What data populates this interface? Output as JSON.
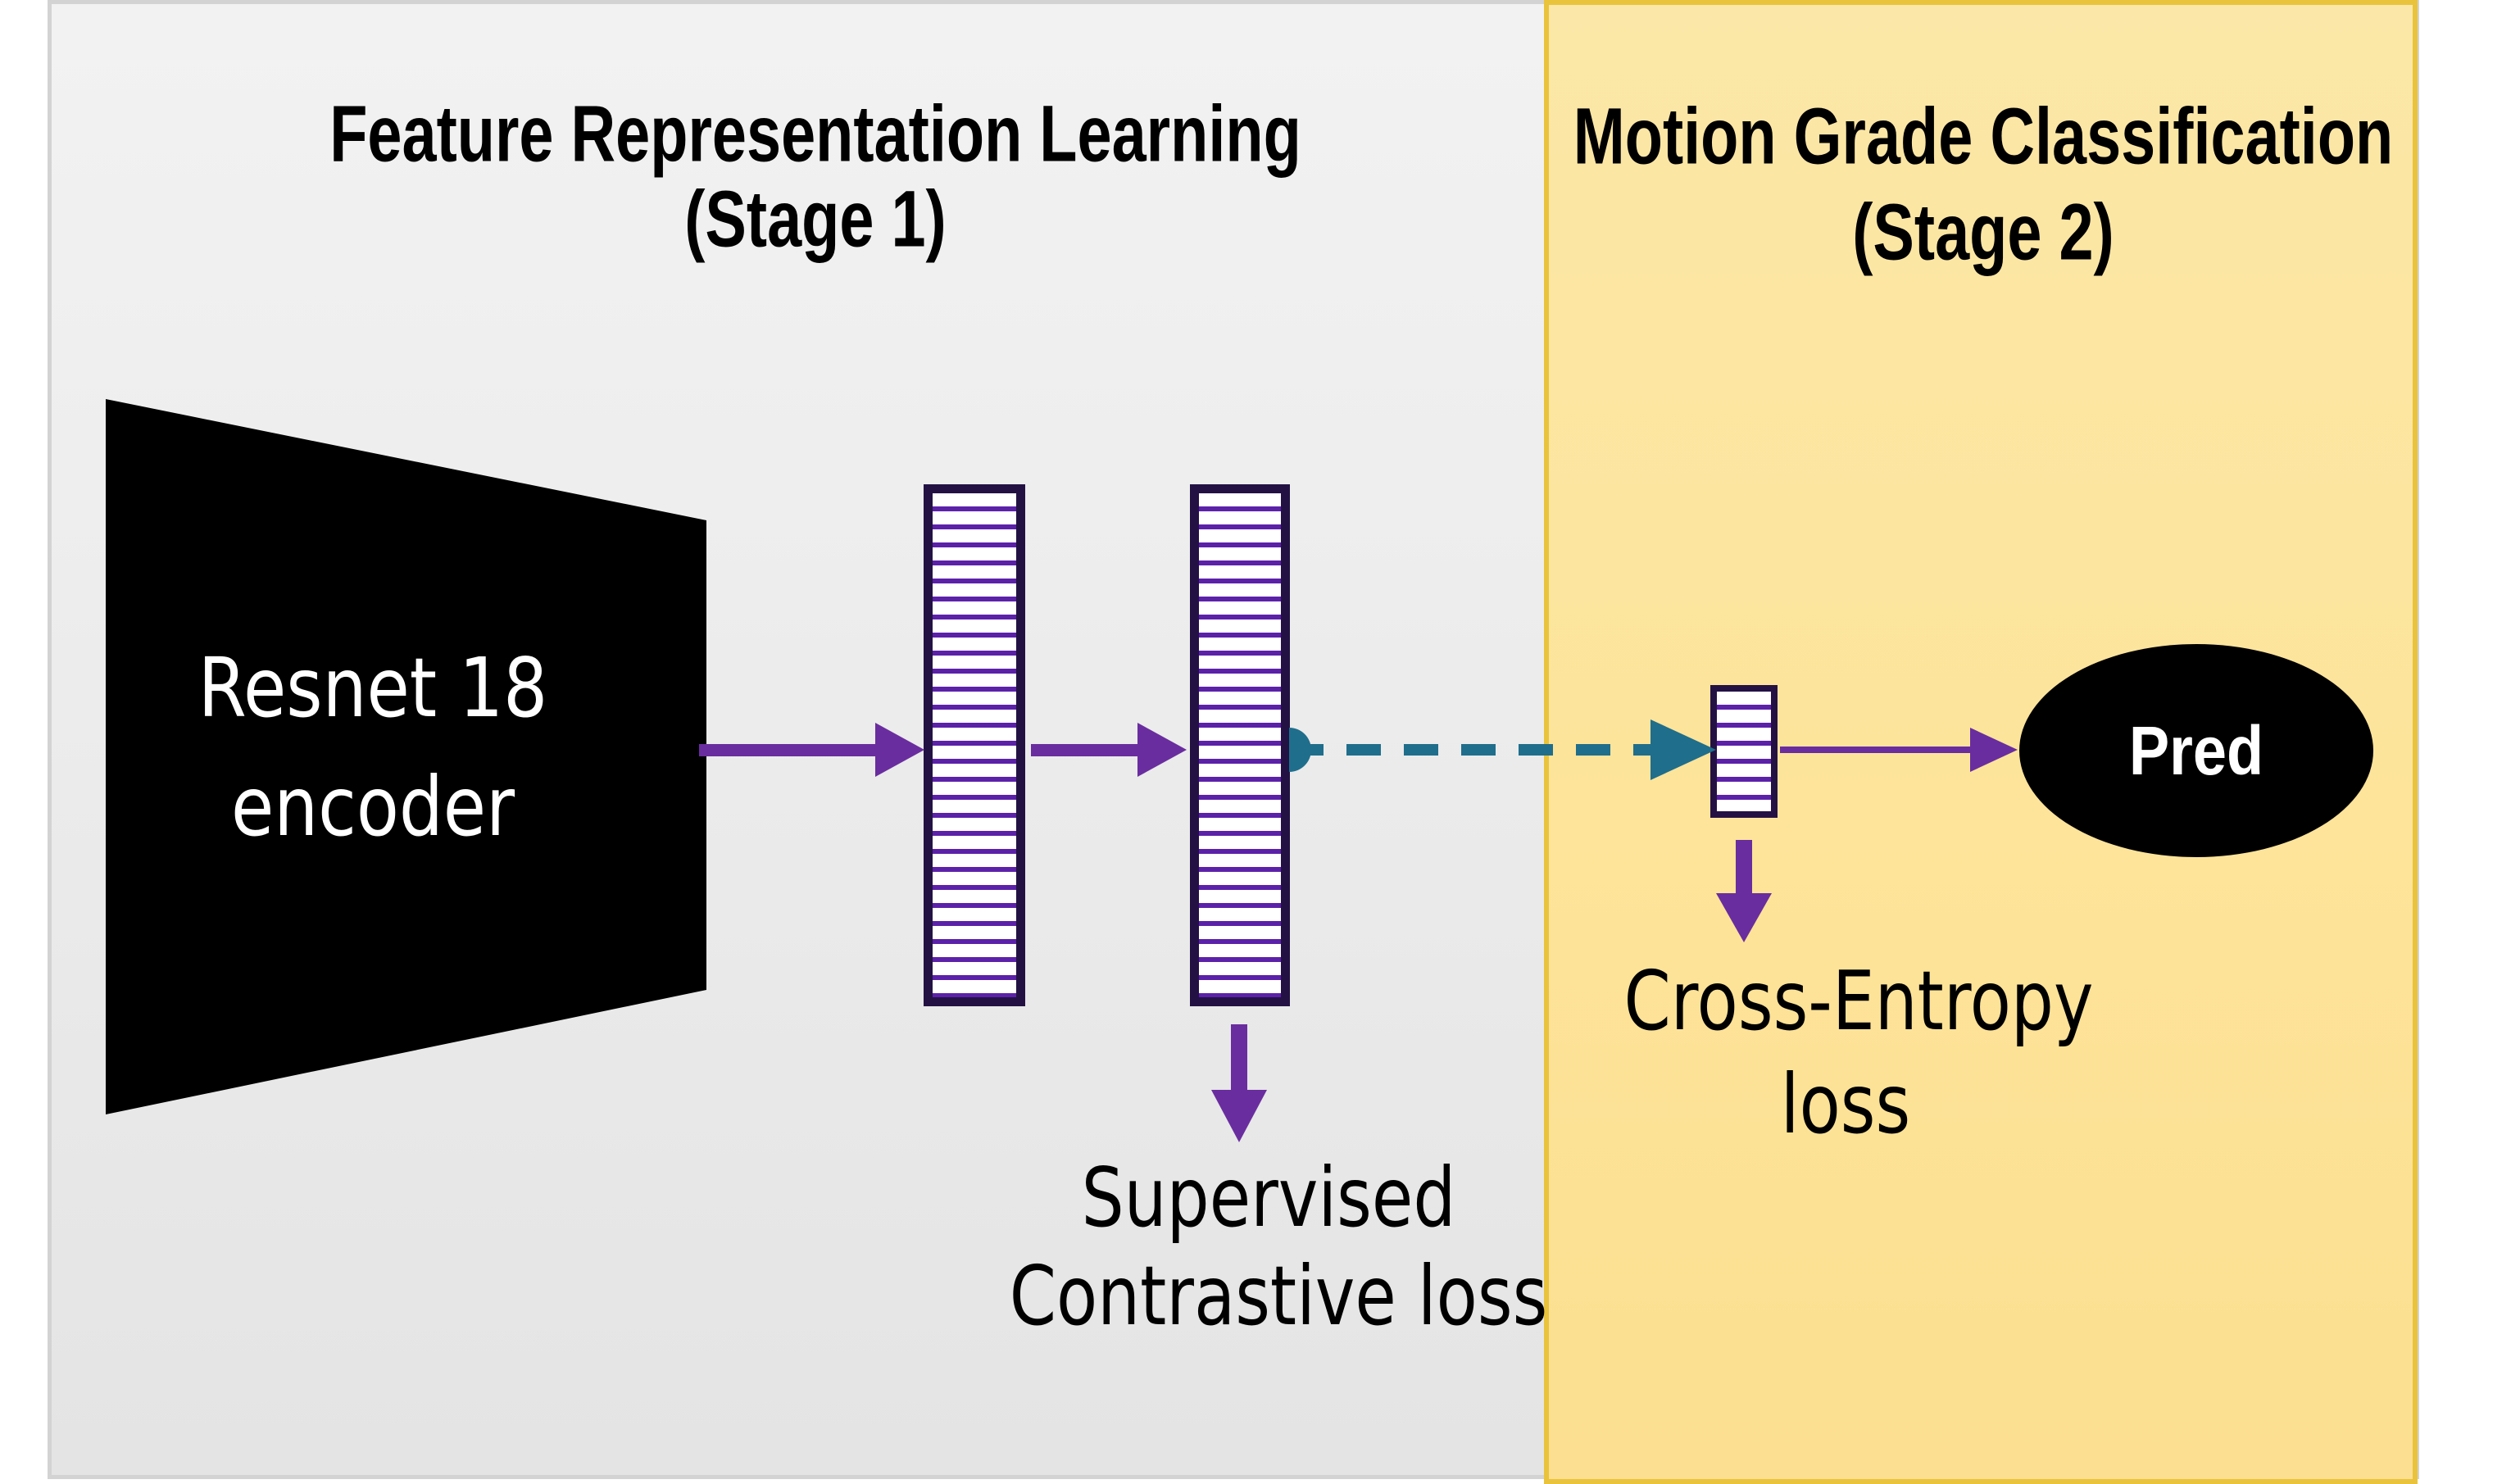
{
  "diagram": {
    "stage1": {
      "title_line1": "Feature Representation Learning",
      "title_line2": "(Stage 1)",
      "encoder_label_line1": "Resnet 18",
      "encoder_label_line2": "encoder",
      "loss_label_line1": "Supervised",
      "loss_label_line2": "Contrastive loss"
    },
    "stage2": {
      "title_line1": "Motion Grade Classification",
      "title_line2": "(Stage 2)",
      "loss_label_line1": "Cross-Entropy",
      "loss_label_line2": "loss",
      "prediction_label": "Pred"
    }
  },
  "colors": {
    "stage1_bg": "#ededed",
    "stage1_border": "#d3d3d3",
    "stage2_bg": "#fde49a",
    "stage2_border": "#e9c33c",
    "encoder_fill": "#000000",
    "vector_border": "#231144",
    "vector_stripe": "#5c21a9",
    "arrow_purple": "#6a2d9f",
    "arrow_teal": "#1f6e8c",
    "pred_fill": "#000000",
    "text_black": "#000000",
    "text_white": "#ffffff"
  }
}
